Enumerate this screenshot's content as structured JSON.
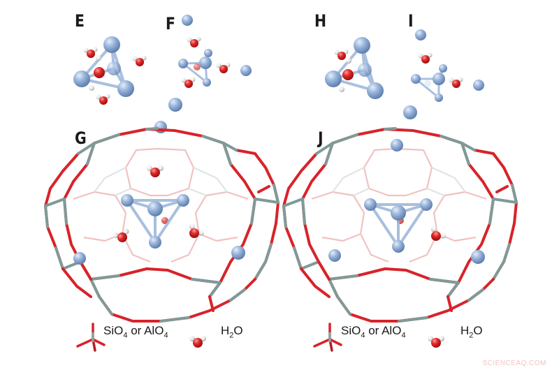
{
  "figure": {
    "panels": [
      {
        "id": "E",
        "label": "E",
        "content": "cluster of cations with water molecules"
      },
      {
        "id": "F",
        "label": "F",
        "content": "cluster of cations with water molecules"
      },
      {
        "id": "G",
        "label": "G",
        "content": "sodalite-like cage with tetrahedral cation cluster and water"
      },
      {
        "id": "H",
        "label": "H",
        "content": "cluster of cations with water molecules"
      },
      {
        "id": "I",
        "label": "I",
        "content": "cluster of cations with water molecules"
      },
      {
        "id": "J",
        "label": "J",
        "content": "sodalite-like cage with tetrahedral cation cluster and water"
      }
    ],
    "legend_left": {
      "framework_label_main": "SiO",
      "framework_sub_1": "4",
      "framework_or": " or AlO",
      "framework_sub_2": "4",
      "water_label_main": "H",
      "water_sub": "2",
      "water_label_end": "O"
    },
    "legend_right": {
      "framework_label_main": "SiO",
      "framework_sub_1": "4",
      "framework_or": " or AlO",
      "framework_sub_2": "4",
      "water_label_main": "H",
      "water_sub": "2",
      "water_label_end": "O"
    },
    "watermark": "SCIENCEAQ.COM",
    "colors": {
      "oxygen_red": "#d8232a",
      "framework_gray": "#7f9a98",
      "cation_blue": "#93afd4",
      "hydrogen_white": "#ececec",
      "label_black": "#1a1a1a"
    }
  }
}
